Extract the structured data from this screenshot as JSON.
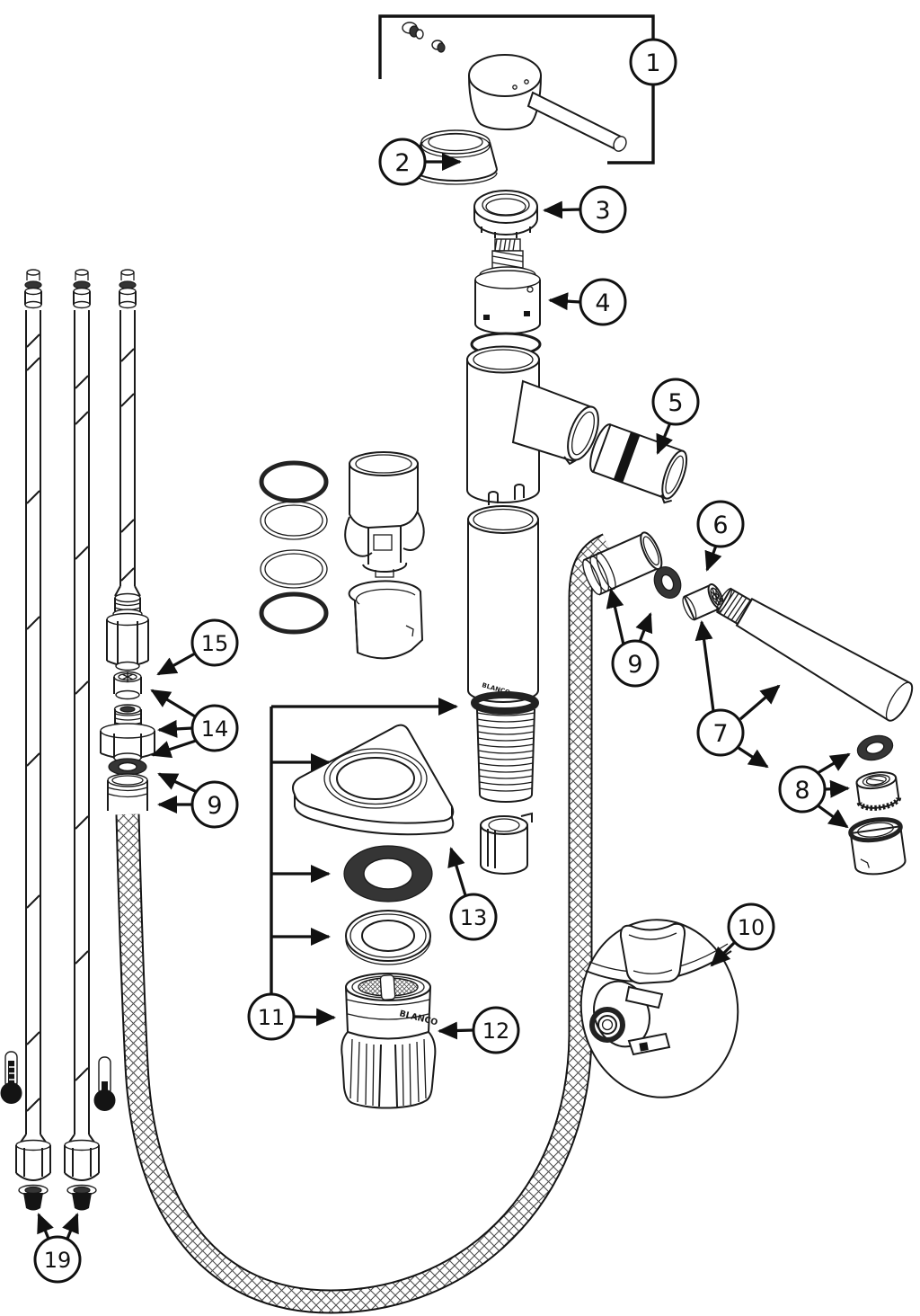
{
  "diagram": {
    "type": "exploded-parts-diagram",
    "brand_marks": {
      "column": "BLANCO",
      "nut": "BLANCO"
    },
    "colors": {
      "line": "#1a1a1a",
      "paper": "#ffffff",
      "dark_fill": "#353535"
    },
    "callouts": {
      "c1": {
        "label": "1"
      },
      "c2": {
        "label": "2"
      },
      "c3": {
        "label": "3"
      },
      "c4": {
        "label": "4"
      },
      "c5": {
        "label": "5"
      },
      "c6": {
        "label": "6"
      },
      "c7": {
        "label": "7"
      },
      "c8": {
        "label": "8"
      },
      "c9r": {
        "label": "9"
      },
      "c9l": {
        "label": "9"
      },
      "c10": {
        "label": "10"
      },
      "c11": {
        "label": "11"
      },
      "c12": {
        "label": "12"
      },
      "c13": {
        "label": "13"
      },
      "c14": {
        "label": "14"
      },
      "c15": {
        "label": "15"
      },
      "c19": {
        "label": "19"
      }
    }
  }
}
